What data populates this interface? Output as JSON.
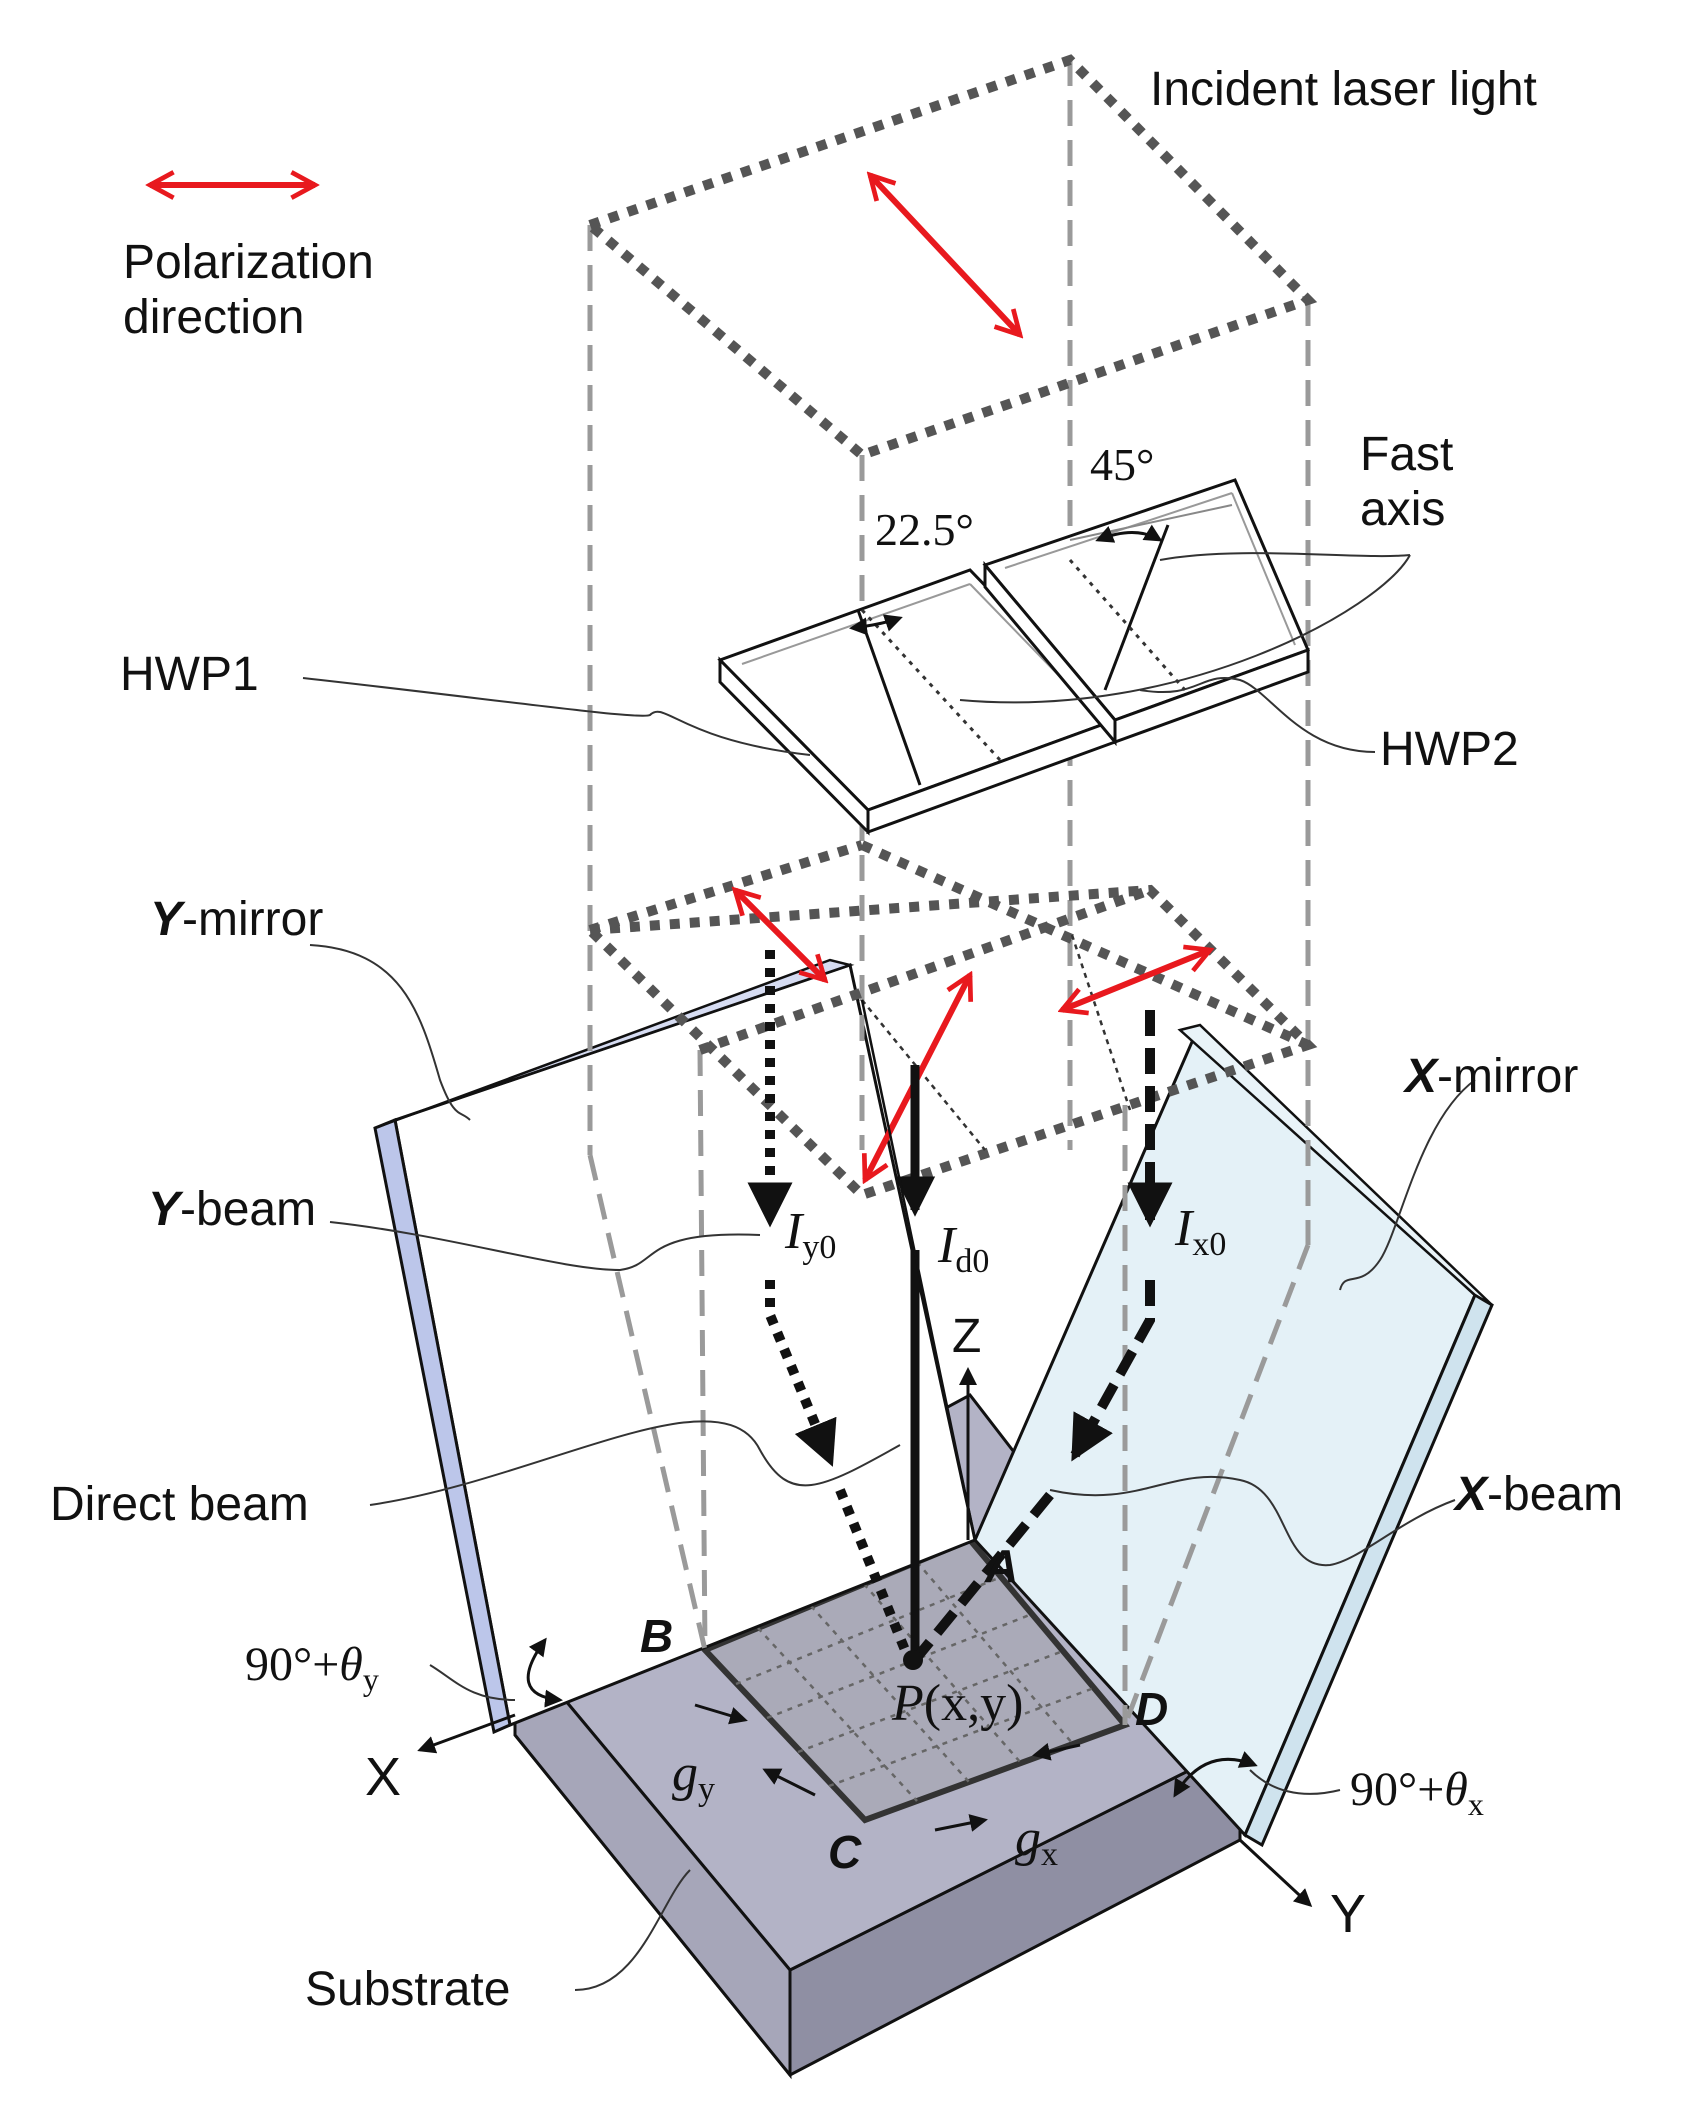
{
  "labels": {
    "incident": "Incident laser light",
    "polarization_line1": "Polarization",
    "polarization_line2": "direction",
    "fast_line1": "Fast",
    "fast_line2": "axis",
    "angle45": "45°",
    "angle225": "22.5°",
    "hwp1": "HWP1",
    "hwp2": "HWP2",
    "ymirror_italic": "Y",
    "ymirror_rest": "-mirror",
    "xmirror_italic": "X",
    "xmirror_rest": "-mirror",
    "ybeam_italic": "Y",
    "ybeam_rest": "-beam",
    "xbeam_italic": "X",
    "xbeam_rest": "-beam",
    "direct_beam": "Direct beam",
    "substrate": "Substrate",
    "iy0_main": "I",
    "iy0_sub": "y0",
    "id0_main": "I",
    "id0_sub": "d0",
    "ix0_main": "I",
    "ix0_sub": "x0",
    "axis_z": "Z",
    "axis_x": "X",
    "axis_y": "Y",
    "point_a": "A",
    "point_b": "B",
    "point_c": "C",
    "point_d": "D",
    "p_italic": "P",
    "p_coords": "(x,y)",
    "gy_main": "g",
    "gy_sub": "y",
    "gx_main": "g",
    "gx_sub": "x",
    "angle_y_prefix": "90°+",
    "angle_y_theta": "θ",
    "angle_y_sub": "y",
    "angle_x_prefix": "90°+",
    "angle_x_theta": "θ",
    "angle_x_sub": "x"
  },
  "colors": {
    "polarization_arrow": "#e8191e",
    "substrate_top": "#b3b3c6",
    "substrate_front": "#8f8fa3",
    "substrate_side": "#a6a6b9",
    "x_mirror_fill": "#e4f1f7",
    "y_mirror_edge": "#bcc6ea",
    "beam": "#111111"
  }
}
